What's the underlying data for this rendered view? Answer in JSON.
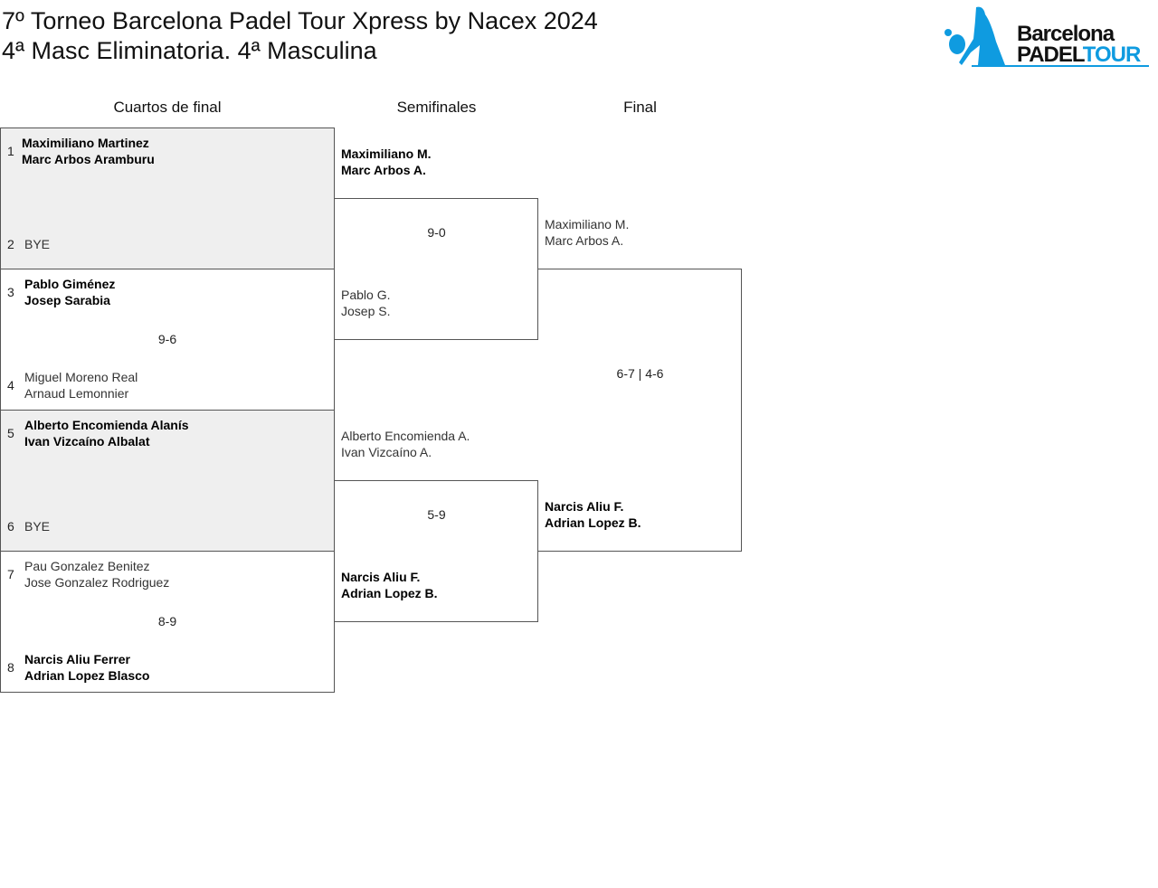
{
  "title": {
    "line1": "7º Torneo Barcelona Padel Tour Xpress by Nacex 2024",
    "line2": "4ª Masc Eliminatoria. 4ª Masculina"
  },
  "logo": {
    "line1": "Barcelona",
    "line2a": "PADEL",
    "line2b": "TOUR",
    "color": "#0f9be0"
  },
  "rounds": [
    "Cuartos de final",
    "Semifinales",
    "Final"
  ],
  "qf": [
    {
      "seed_a": "1",
      "a1": "Maximiliano Martinez",
      "a2": "Marc Arbos Aramburu",
      "seed_b": "2",
      "b1": "BYE",
      "b2": "",
      "score": ""
    },
    {
      "seed_a": "3",
      "a1": "Pablo Giménez",
      "a2": "Josep Sarabia",
      "seed_b": "4",
      "b1": "Miguel Moreno Real",
      "b2": "Arnaud Lemonnier",
      "score": "9-6"
    },
    {
      "seed_a": "5",
      "a1": "Alberto Encomienda Alanís",
      "a2": "Ivan Vizcaíno Albalat",
      "seed_b": "6",
      "b1": "BYE",
      "b2": "",
      "score": ""
    },
    {
      "seed_a": "7",
      "a1": "Pau Gonzalez Benitez",
      "a2": "Jose Gonzalez Rodriguez",
      "seed_b": "8",
      "b1": "Narcis Aliu Ferrer",
      "b2": "Adrian Lopez Blasco",
      "score": "8-9"
    }
  ],
  "sf": [
    {
      "a1": "Maximiliano M.",
      "a2": "Marc Arbos A.",
      "b1": "Pablo G.",
      "b2": "Josep S.",
      "score": "9-0"
    },
    {
      "a1": "Alberto Encomienda A.",
      "a2": "Ivan Vizcaíno A.",
      "b1": "Narcis Aliu F.",
      "b2": "Adrian Lopez B.",
      "score": "5-9"
    }
  ],
  "final": {
    "a1": "Maximiliano M.",
    "a2": "Marc Arbos A.",
    "b1": "Narcis Aliu F.",
    "b2": "Adrian Lopez B.",
    "score": "6-7 | 4-6"
  }
}
